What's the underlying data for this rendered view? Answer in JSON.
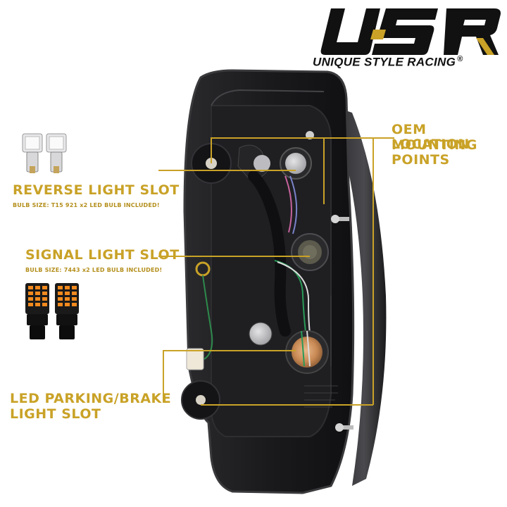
{
  "brand": {
    "logo_text": "USR",
    "name": "UNIQUE STYLE RACING",
    "registered_mark": "®"
  },
  "callouts": {
    "oem": {
      "line1": "OEM LOCATION",
      "line2": "MOUNTING POINTS"
    },
    "reverse": {
      "title": "REVERSE LIGHT SLOT",
      "bulb_size": "BULB SIZE: T15 921 x2 LED BULB INCLUDED!"
    },
    "signal": {
      "title": "SIGNAL LIGHT SLOT",
      "bulb_size": "BULB SIZE: 7443 x2 LED BULB INCLUDED!"
    },
    "parking": {
      "line1": "LED PARKING/BRAKE",
      "line2": "LIGHT SLOT"
    }
  },
  "colors": {
    "accent_gold": "#c9a227",
    "housing_black": "#1b1b1d",
    "housing_edge": "#3a3a3d",
    "brand_black": "#111111"
  }
}
